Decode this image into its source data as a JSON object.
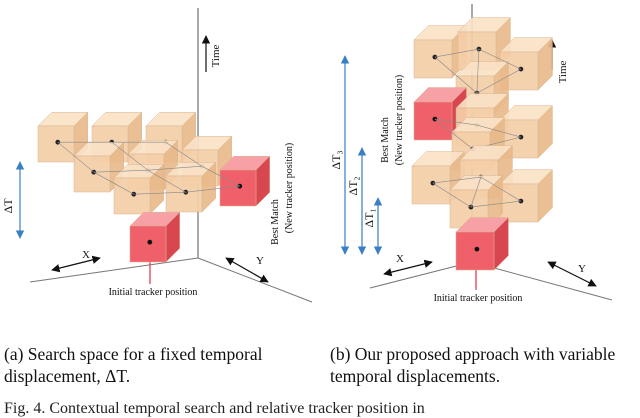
{
  "panel_a": {
    "time_label": "Time",
    "x_label": "X",
    "y_label": "Y",
    "delta_label": "ΔT",
    "best_match_line1": "Best Match",
    "best_match_line2": "(New tracker position)",
    "initial_label": "Initial tracker position"
  },
  "panel_b": {
    "time_label": "Time",
    "x_label": "X",
    "y_label": "Y",
    "delta_1_label": "ΔT₁",
    "delta_2_label": "ΔT₂",
    "delta_3_label": "ΔT₃",
    "best_match_line1": "Best Match",
    "best_match_line2": "(New tracker position)",
    "initial_label": "Initial tracker position"
  },
  "captions": {
    "a": "(a) Search space for a fixed temporal displacement, ΔT.",
    "b": "(b) Our proposed approach with variable temporal displacements."
  },
  "figure_caption": "Fig. 4.   Contextual temporal search and relative tracker position in",
  "colors": {
    "cube_front": "#f5cfa8",
    "cube_top": "#fae2c6",
    "cube_side": "#e9ba8a",
    "red_front": "#f0606a",
    "red_top": "#f7a0a6",
    "red_side": "#d8464f",
    "arrow": "#3a7fc4"
  }
}
